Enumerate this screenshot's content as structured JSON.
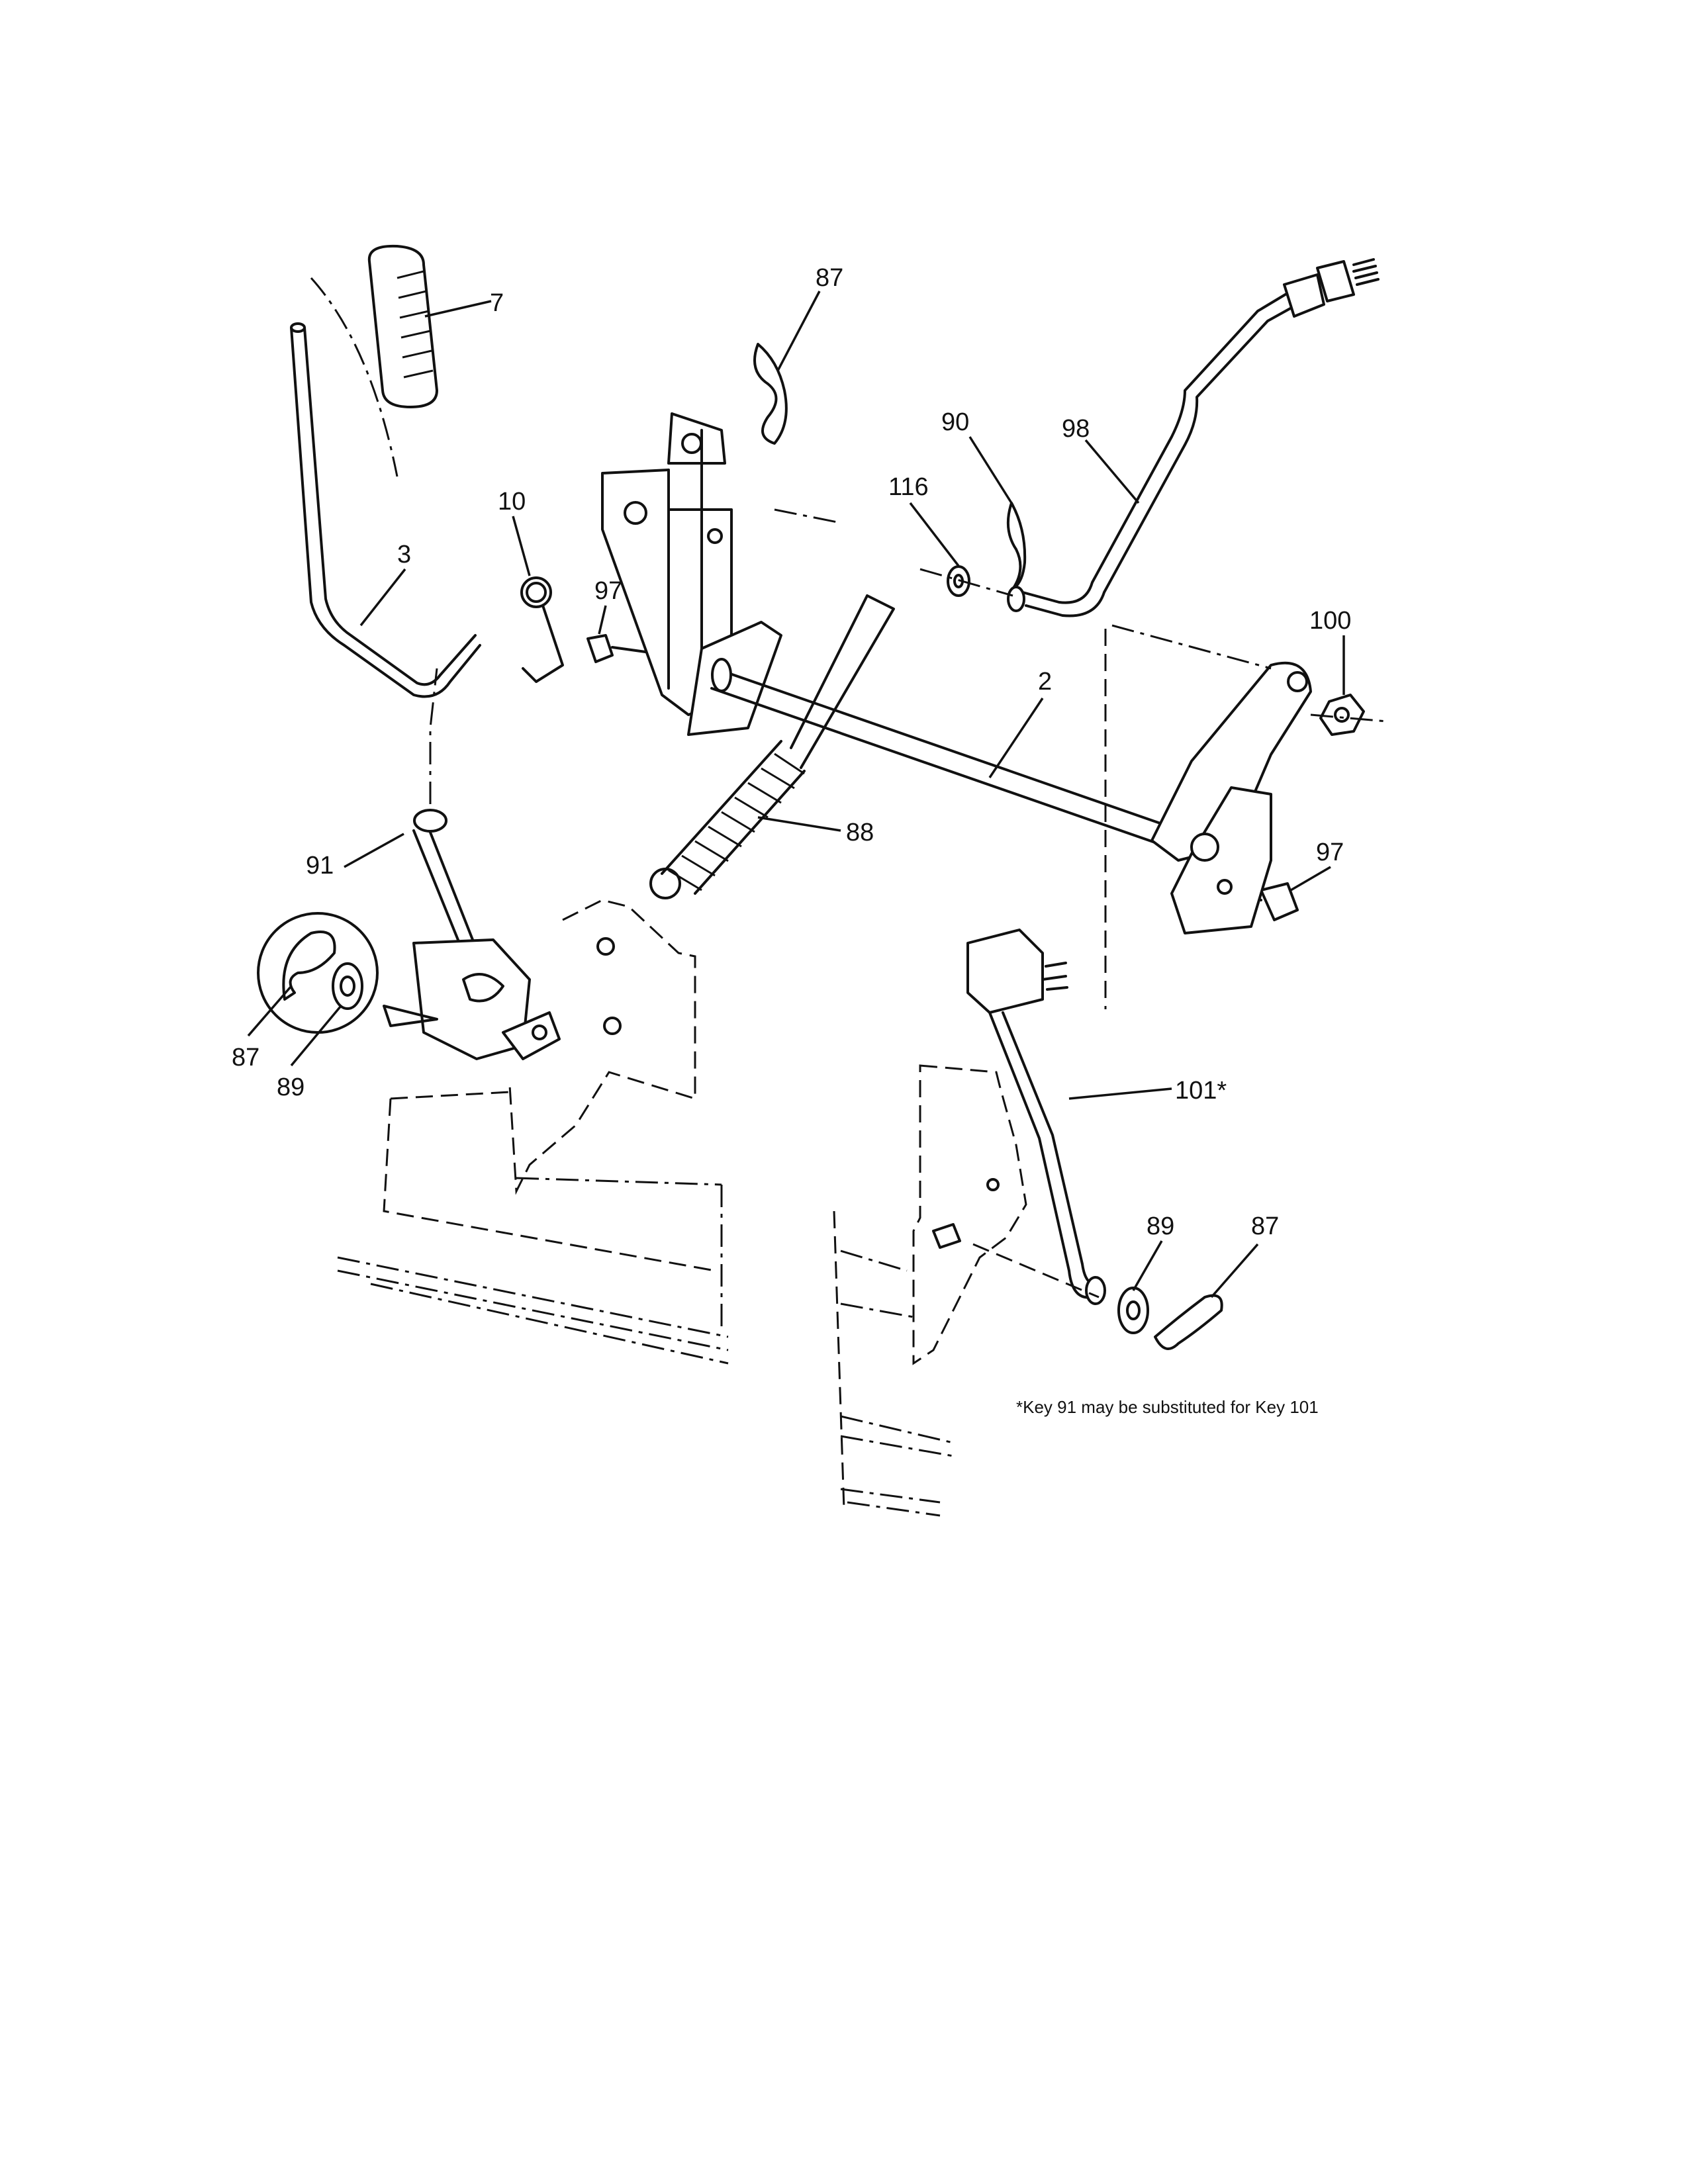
{
  "callouts": {
    "c7": "7",
    "c87_top": "87",
    "c90": "90",
    "c98": "98",
    "c116": "116",
    "c10": "10",
    "c3": "3",
    "c97_left": "97",
    "c100": "100",
    "c2": "2",
    "c88": "88",
    "c97_right": "97",
    "c91": "91",
    "c87_inset": "87",
    "c89_inset": "89",
    "c101": "101*",
    "c89_right": "89",
    "c87_right": "87"
  },
  "note": "*Key 91 may be substituted for Key 101"
}
